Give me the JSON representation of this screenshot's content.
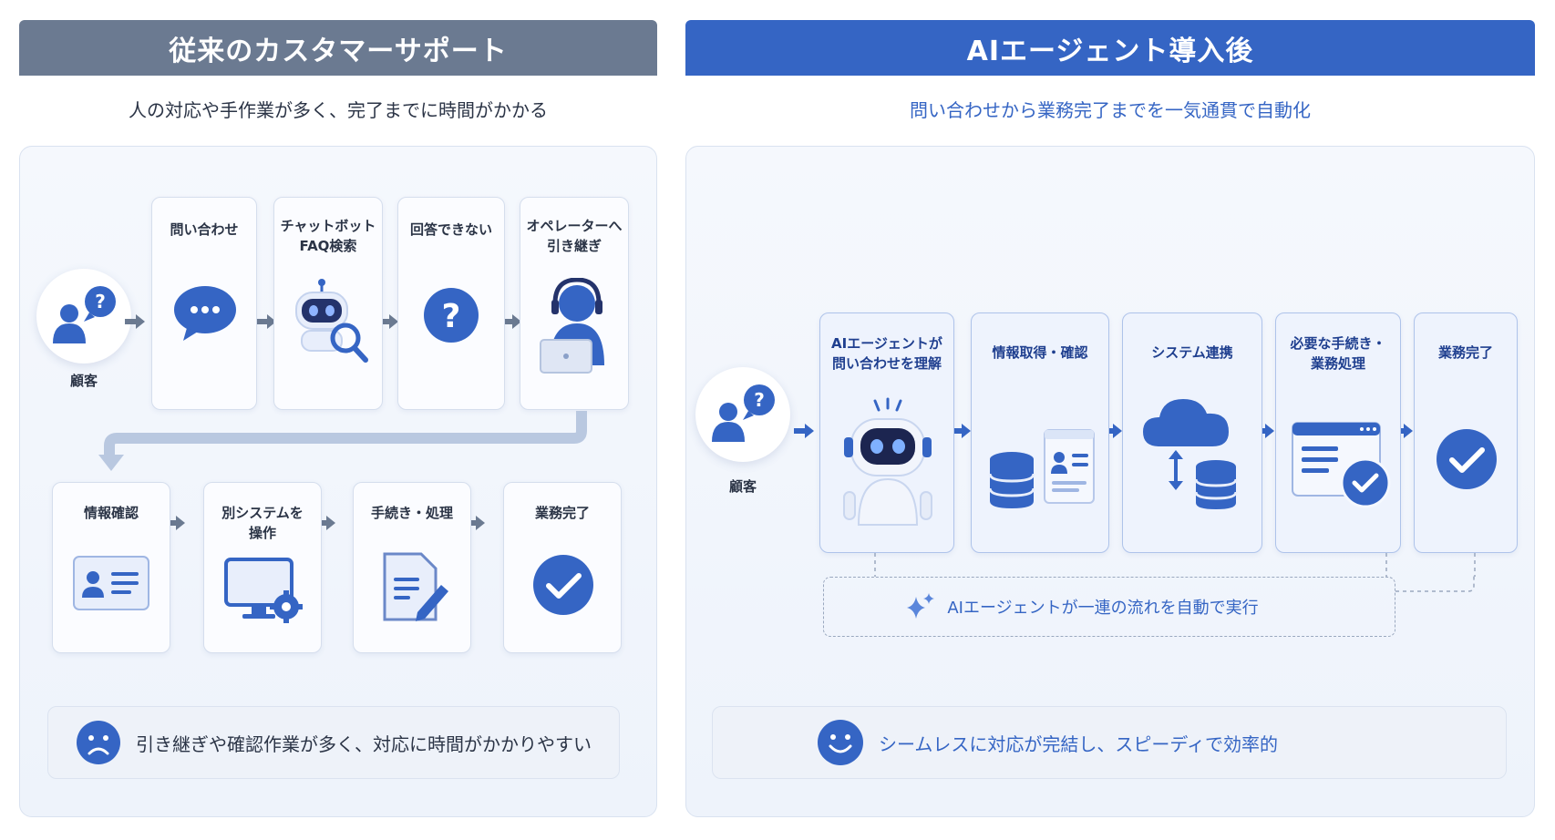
{
  "left": {
    "title": "従来のカスタマーサポート",
    "subtitle": "人の対応や手作業が多く、完了までに時間がかかる",
    "customer_label": "顧客",
    "row1": [
      {
        "label": "問い合わせ",
        "icon": "chat-bubble-icon"
      },
      {
        "label": "チャットボット\nFAQ検索",
        "icon": "chatbot-search-icon"
      },
      {
        "label": "回答できない",
        "icon": "question-icon"
      },
      {
        "label": "オペレーターへ\n引き継ぎ",
        "icon": "operator-icon"
      }
    ],
    "row2": [
      {
        "label": "情報確認",
        "icon": "id-card-icon"
      },
      {
        "label": "別システムを\n操作",
        "icon": "monitor-gear-icon"
      },
      {
        "label": "手続き・処理",
        "icon": "document-edit-icon"
      },
      {
        "label": "業務完了",
        "icon": "check-circle-icon"
      }
    ],
    "note": "引き継ぎや確認作業が多く、対応に時間がかかりやすい",
    "note_icon": "sad-face-icon"
  },
  "right": {
    "title": "AIエージェント導入後",
    "subtitle": "問い合わせから業務完了までを一気通貫で自動化",
    "customer_label": "顧客",
    "steps": [
      {
        "label": "AIエージェントが\n問い合わせを理解",
        "icon": "ai-robot-icon"
      },
      {
        "label": "情報取得・確認",
        "icon": "database-profile-icon"
      },
      {
        "label": "システム連携",
        "icon": "cloud-database-icon"
      },
      {
        "label": "必要な手続き・\n業務処理",
        "icon": "window-check-icon"
      },
      {
        "label": "業務完了",
        "icon": "check-circle-icon"
      }
    ],
    "flow_text": "AIエージェントが一連の流れを自動で実行",
    "flow_icon": "sparkle-icon",
    "note": "シームレスに対応が完結し、スピーディで効率的",
    "note_icon": "smile-face-icon"
  },
  "colors": {
    "left_header": "#6b7a91",
    "right_header": "#3565c4",
    "accent_blue": "#3565c4",
    "arrow_gray": "#6b7a91"
  }
}
